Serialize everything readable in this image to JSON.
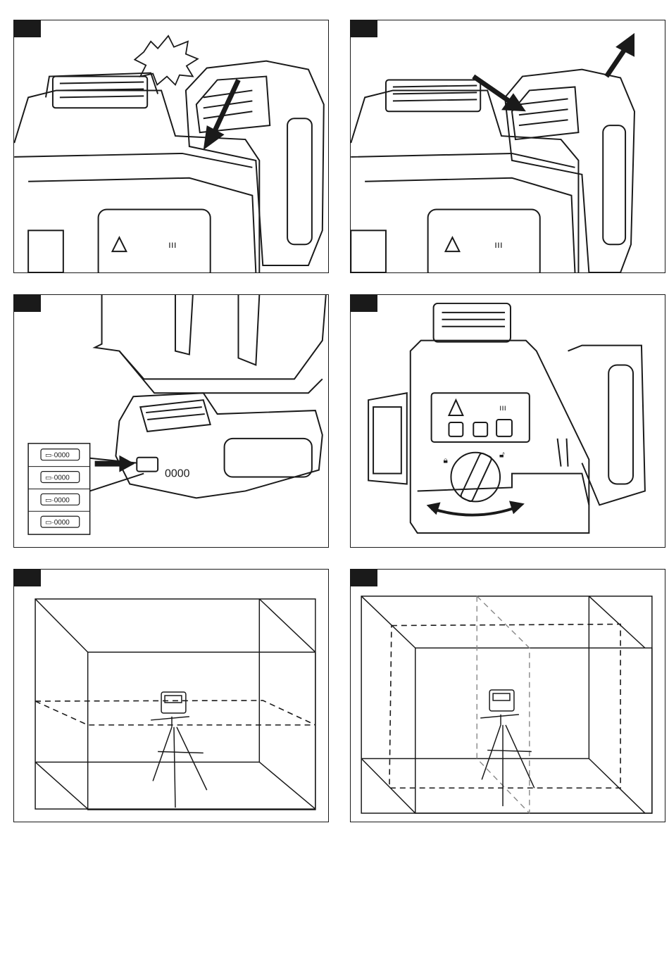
{
  "page": {
    "background": "#ffffff",
    "ink": "#1a1a1a"
  },
  "panels": [
    {
      "id": "p1",
      "depicts": "battery-insert-click"
    },
    {
      "id": "p2",
      "depicts": "battery-release"
    },
    {
      "id": "p3",
      "depicts": "battery-level-check"
    },
    {
      "id": "p4",
      "depicts": "lock-knob-rotate"
    },
    {
      "id": "p5",
      "depicts": "tripod-horizontal-line"
    },
    {
      "id": "p6",
      "depicts": "tripod-cross-lines"
    }
  ]
}
